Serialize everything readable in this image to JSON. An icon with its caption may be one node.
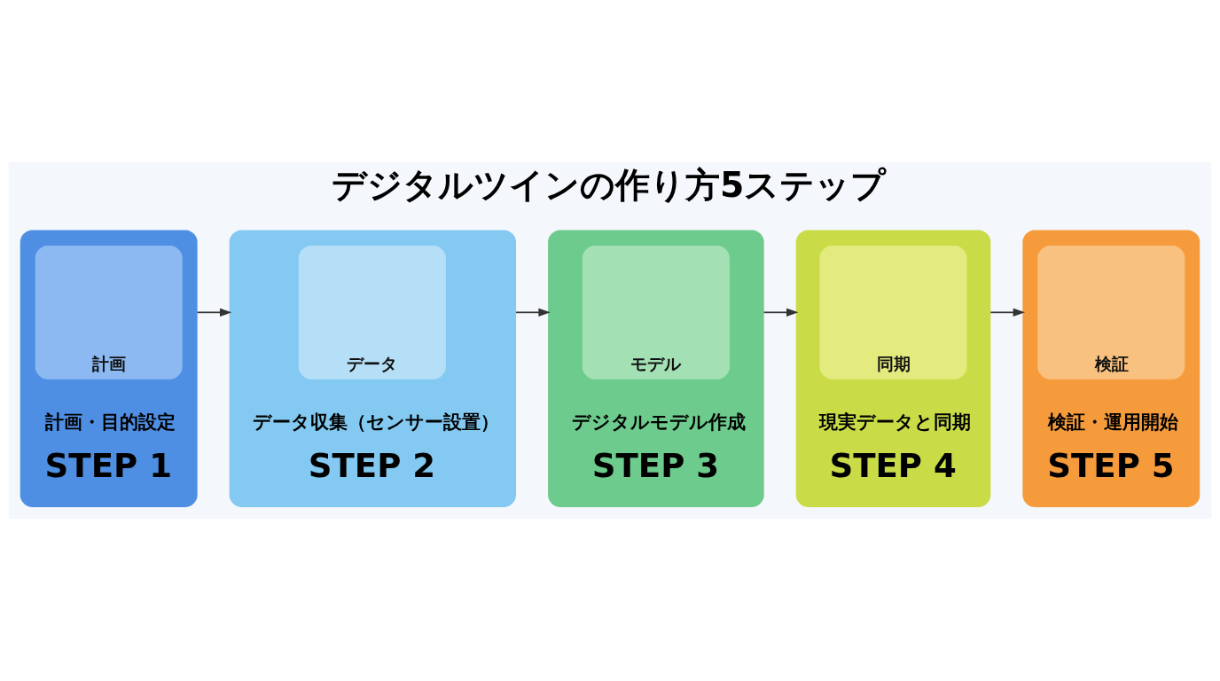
{
  "diagram": {
    "title": "デジタルツインの作り方5ステップ",
    "nodes": [
      {
        "text": [
          "計画・目的設定",
          "STEP 1"
        ]
      },
      {
        "text": [
          "計画"
        ],
        "in": 0
      },
      {
        "text": [
          "データ収集（センサー設置）",
          "STEP 2"
        ]
      },
      {
        "text": [
          "データ"
        ],
        "in": 2
      },
      {
        "text": [
          "デジタルモデル作成",
          "STEP 3"
        ]
      },
      {
        "text": [
          "モデル"
        ],
        "in": 4
      },
      {
        "text": [
          "現実データと同期",
          "STEP 4"
        ]
      },
      {
        "text": [
          "同期"
        ],
        "in": 6
      },
      {
        "text": [
          "検証・運用開始",
          "STEP 5"
        ]
      },
      {
        "text": [
          "検証"
        ],
        "in": 8
      }
    ],
    "edges": [
      {
        "from": 0,
        "to": 2,
        "arrow": "to"
      },
      {
        "from": 2,
        "to": 4,
        "arrow": "to"
      },
      {
        "from": 4,
        "to": 6,
        "arrow": "to"
      },
      {
        "from": 6,
        "to": 8,
        "arrow": "to"
      }
    ]
  }
}
